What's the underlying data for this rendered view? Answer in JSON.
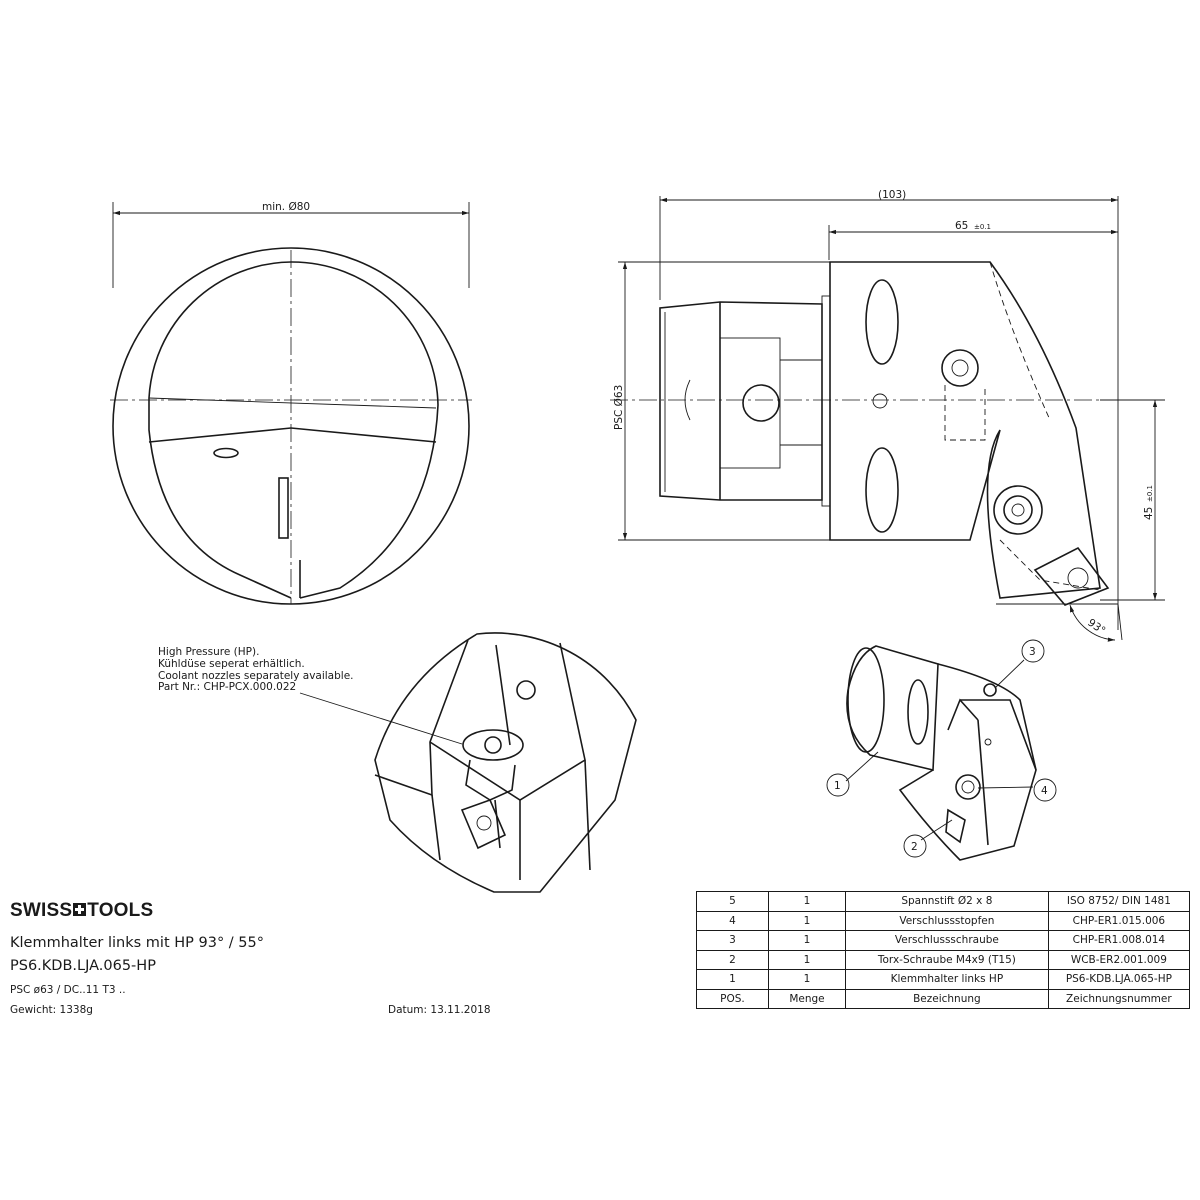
{
  "dimensions": {
    "min_dia": "min. Ø80",
    "overall_length": "(103)",
    "body_length": "65",
    "body_length_tol": "±0.1",
    "psc": "PSC Ø63",
    "height": "45",
    "height_tol": "±0.1",
    "angle": "93°"
  },
  "note": {
    "line1": "High Pressure (HP).",
    "line2": "Kühldüse seperat erhältlich.",
    "line3": "Coolant nozzles separately available.",
    "line4": "Part Nr.: CHP-PCX.000.022"
  },
  "brand": {
    "left": "SWISS",
    "right": "TOOLS"
  },
  "title": {
    "line1": "Klemmhalter links mit HP 93° / 55°",
    "line2": "PS6.KDB.LJA.065-HP"
  },
  "meta": {
    "spec": "PSC ø63 / DC..11 T3 ..",
    "weight": "Gewicht: 1338g",
    "date": "Datum: 13.11.2018"
  },
  "callouts": [
    "1",
    "2",
    "3",
    "4"
  ],
  "parts_table": {
    "rows": [
      {
        "pos": "5",
        "qty": "1",
        "name": "Spannstift Ø2 x 8",
        "number": "ISO 8752/ DIN 1481"
      },
      {
        "pos": "4",
        "qty": "1",
        "name": "Verschlussstopfen",
        "number": "CHP-ER1.015.006"
      },
      {
        "pos": "3",
        "qty": "1",
        "name": "Verschlussschraube",
        "number": "CHP-ER1.008.014"
      },
      {
        "pos": "2",
        "qty": "1",
        "name": "Torx-Schraube M4x9 (T15)",
        "number": "WCB-ER2.001.009"
      },
      {
        "pos": "1",
        "qty": "1",
        "name": "Klemmhalter links HP",
        "number": "PS6-KDB.LJA.065-HP"
      }
    ],
    "header": {
      "pos": "POS.",
      "qty": "Menge",
      "name": "Bezeichnung",
      "number": "Zeichnungsnummer"
    }
  }
}
